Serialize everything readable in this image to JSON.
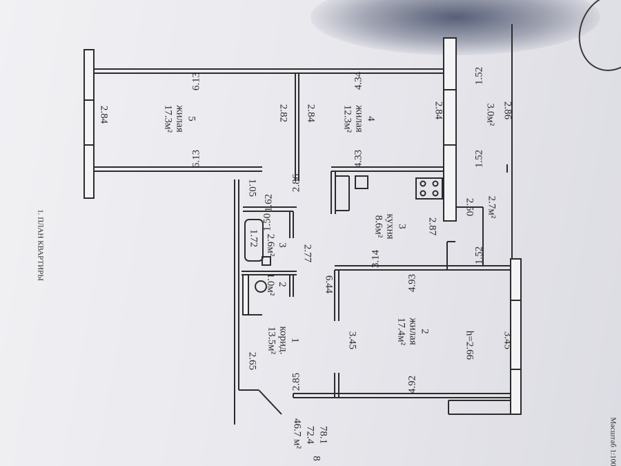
{
  "header": {
    "title": "1. ПЛАН КВАРТИРЫ"
  },
  "scale": {
    "text": "Масштаб 1:100"
  },
  "rooms": [
    {
      "num": "5",
      "type": "жилая",
      "area": "17.3м²"
    },
    {
      "num": "4",
      "type": "жилая",
      "area": "12.3м²"
    },
    {
      "num": "3",
      "type": "кухня",
      "area": "8.6м²"
    },
    {
      "num": "2",
      "type": "жилая",
      "area": "17.4м²"
    },
    {
      "num": "1",
      "type": "корид.",
      "area": "13.5м²"
    },
    {
      "num": "3",
      "type": "",
      "area": "2.6м²"
    },
    {
      "num": "2",
      "type": "",
      "area": "1.0м²"
    },
    {
      "num": "",
      "type": "",
      "area": "3.0м²"
    },
    {
      "num": "",
      "type": "",
      "area": "2.7м²"
    }
  ],
  "dims": {
    "d613a": "6.13",
    "d613b": "6.13",
    "d434": "4.34",
    "d433": "4.33",
    "d152a": "1.52",
    "d152b": "1.52",
    "d152c": "1.52",
    "d284a": "2.84",
    "d282": "2.82",
    "d284b": "2.84",
    "d284c": "2.84",
    "d286a": "2.86",
    "d286b": "2.86",
    "d105": "1.05",
    "d162": "1.62",
    "d172": "1.72",
    "d150": "1.50",
    "d277": "2.77",
    "d314": "3.14",
    "d287": "2.87",
    "d250": "2.50",
    "d644": "6.44",
    "d493": "4.93",
    "d345a": "3.45",
    "d345b": "3.45",
    "d265": "2.65",
    "d285": "2.85",
    "d492": "4.92",
    "h": "h=2.66"
  },
  "totals": [
    "46.7 м²",
    "72.4",
    "78.1"
  ],
  "edge_num": "8"
}
